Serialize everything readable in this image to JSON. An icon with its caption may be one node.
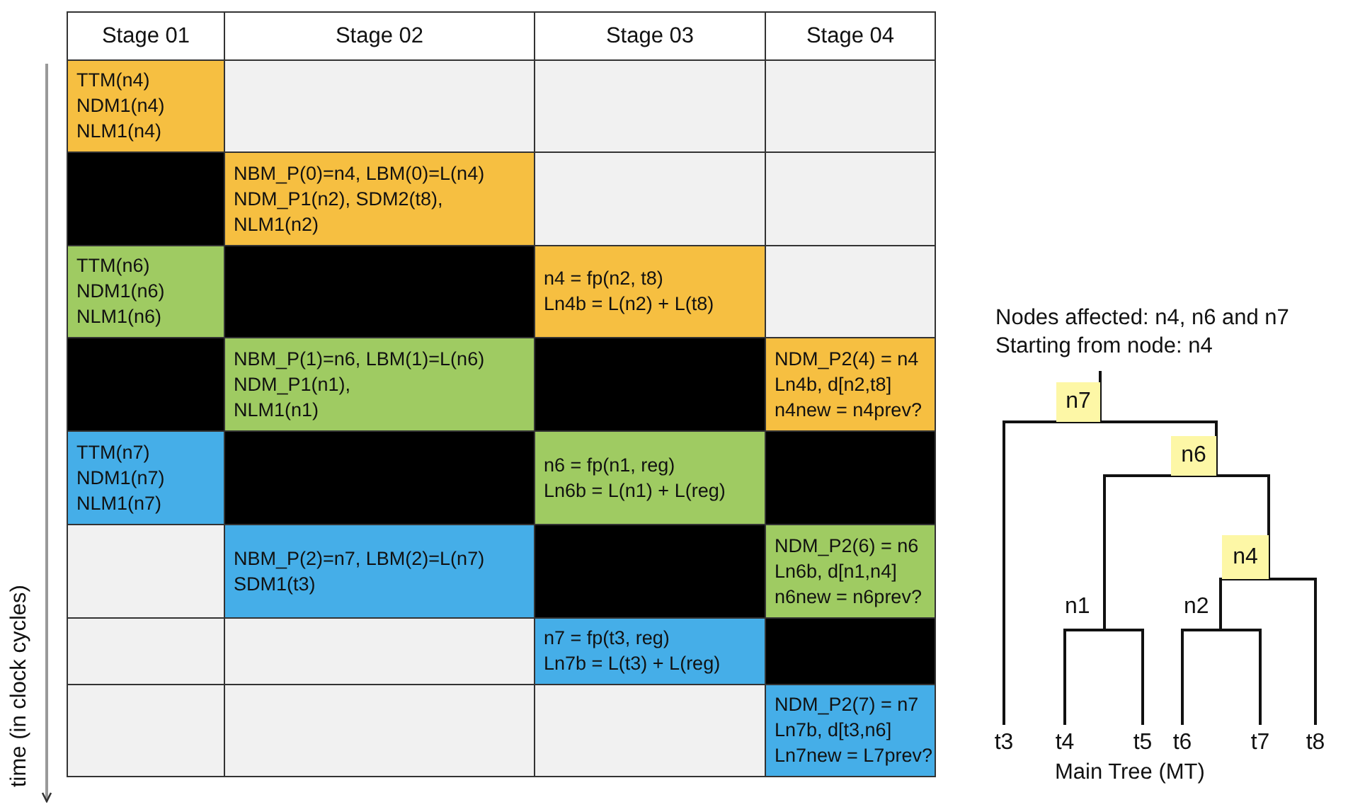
{
  "diagram": {
    "nodes": [
      {
        "text": [
          "n7"
        ]
      },
      {
        "text": [
          "n6"
        ]
      },
      {
        "text": [
          "n4"
        ]
      },
      {
        "text": [
          "n1"
        ]
      },
      {
        "text": [
          "n2"
        ]
      },
      {
        "text": [
          "t3"
        ]
      },
      {
        "text": [
          "t4"
        ]
      },
      {
        "text": [
          "t5"
        ]
      },
      {
        "text": [
          "t6"
        ]
      },
      {
        "text": [
          "t7"
        ]
      },
      {
        "text": [
          "t8"
        ]
      }
    ],
    "edges": [
      {
        "from": null,
        "to": 0,
        "arrow": "none"
      },
      {
        "from": 0,
        "to": 5,
        "arrow": "none"
      },
      {
        "from": 0,
        "to": 1,
        "arrow": "none"
      },
      {
        "from": 1,
        "to": 3,
        "arrow": "none"
      },
      {
        "from": 1,
        "to": 2,
        "arrow": "none"
      },
      {
        "from": 2,
        "to": 4,
        "arrow": "none"
      },
      {
        "from": 2,
        "to": 10,
        "arrow": "none"
      },
      {
        "from": 3,
        "to": 6,
        "arrow": "none"
      },
      {
        "from": 3,
        "to": 7,
        "arrow": "none"
      },
      {
        "from": 4,
        "to": 8,
        "arrow": "none"
      },
      {
        "from": 4,
        "to": 9,
        "arrow": "none"
      }
    ],
    "labels": [
      "Stage 01",
      "Stage 02",
      "Stage 03",
      "Stage 04",
      "TTM(n4) NDM1(n4) NLM1(n4)",
      "NBM_P(0)=n4, LBM(0)=L(n4) NDM_P1(n2), SDM2(t8), NLM1(n2)",
      "TTM(n6) NDM1(n6) NLM1(n6)",
      "n4 = fp(n2, t8) Ln4b = L(n2) + L(t8)",
      "NBM_P(1)=n6, LBM(1)=L(n6) NDM_P1(n1), NLM1(n1)",
      "NDM_P2(4) = n4 Ln4b, d[n2,t8] n4new = n4prev?",
      "TTM(n7) NDM1(n7) NLM1(n7)",
      "n6 = fp(n1, reg) Ln6b = L(n1) + L(reg)",
      "NBM_P(2)=n7, LBM(2)=L(n7) SDM1(t3)",
      "NDM_P2(6) = n6 Ln6b, d[n1,n4] n6new = n6prev?",
      "n7 = fp(t3, reg) Ln7b = L(t3) + L(reg)",
      "NDM_P2(7) = n7 Ln7b, d[t3,n6] Ln7new = L7prev?",
      "time (in clock cycles)",
      "Nodes affected: n4, n6 and n7",
      "Starting from node: n4",
      "Main Tree (MT)"
    ]
  }
}
